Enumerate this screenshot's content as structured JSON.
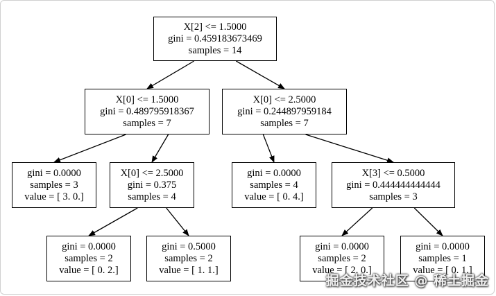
{
  "nodes": {
    "root": {
      "lines": [
        "X[2] <= 1.5000",
        "gini = 0.459183673469",
        "samples = 14"
      ]
    },
    "l": {
      "lines": [
        "X[0] <= 1.5000",
        "gini = 0.489795918367",
        "samples = 7"
      ]
    },
    "r": {
      "lines": [
        "X[0] <= 2.5000",
        "gini = 0.244897959184",
        "samples = 7"
      ]
    },
    "ll": {
      "lines": [
        "gini = 0.0000",
        "samples = 3",
        "value = [ 3.  0.]"
      ]
    },
    "lr": {
      "lines": [
        "X[0] <= 2.5000",
        "gini = 0.375",
        "samples = 4"
      ]
    },
    "rl": {
      "lines": [
        "gini = 0.0000",
        "samples = 4",
        "value = [ 0.  4.]"
      ]
    },
    "rr": {
      "lines": [
        "X[3] <= 0.5000",
        "gini = 0.444444444444",
        "samples = 3"
      ]
    },
    "lrl": {
      "lines": [
        "gini = 0.0000",
        "samples = 2",
        "value = [ 0.  2.]"
      ]
    },
    "lrr": {
      "lines": [
        "gini = 0.5000",
        "samples = 2",
        "value = [ 1.  1.]"
      ]
    },
    "rrl": {
      "lines": [
        "gini = 0.0000",
        "samples = 2",
        "value = [ 2.  0.]"
      ]
    },
    "rrr": {
      "lines": [
        "gini = 0.0000",
        "samples = 1",
        "value = [ 0.  1.]"
      ]
    }
  },
  "edges": [
    [
      "root",
      "l"
    ],
    [
      "root",
      "r"
    ],
    [
      "l",
      "ll"
    ],
    [
      "l",
      "lr"
    ],
    [
      "r",
      "rl"
    ],
    [
      "r",
      "rr"
    ],
    [
      "lr",
      "lrl"
    ],
    [
      "lr",
      "lrr"
    ],
    [
      "rr",
      "rrl"
    ],
    [
      "rr",
      "rrr"
    ]
  ],
  "watermark": "掘金技术社区 @ 稀土掘金"
}
